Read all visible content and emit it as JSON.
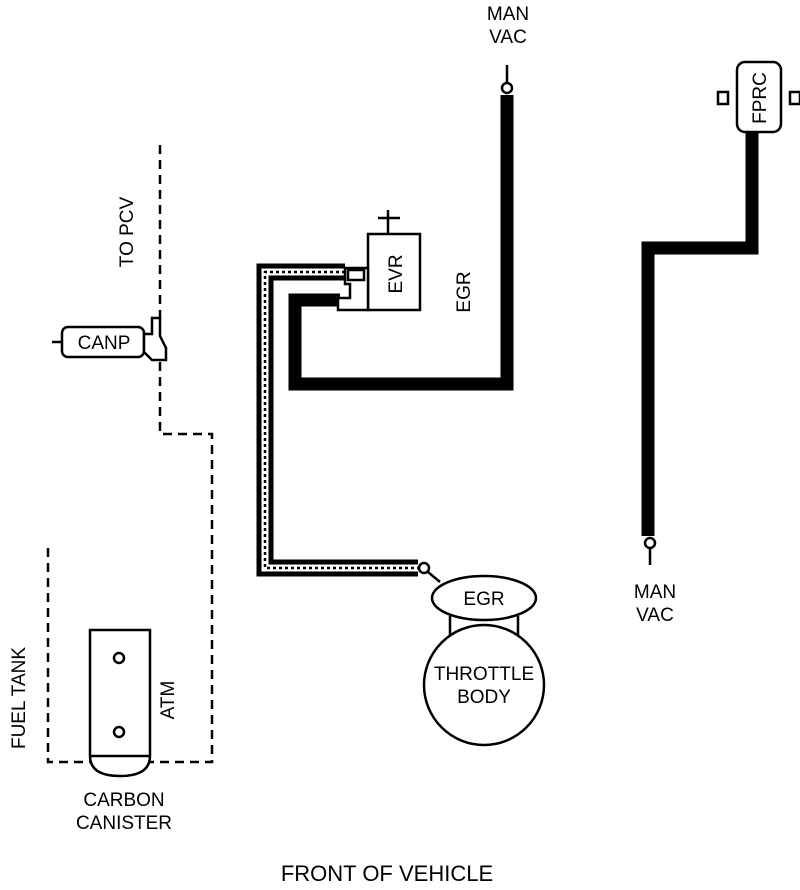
{
  "labels": {
    "man_vac_top": [
      "MAN",
      "VAC"
    ],
    "man_vac_right": [
      "MAN",
      "VAC"
    ],
    "fprc": "FPRC",
    "to_pcv": "TO PCV",
    "canp": "CANP",
    "evr": "EVR",
    "egr_hose": "EGR",
    "egr_valve": "EGR",
    "throttle_body": [
      "THROTTLE",
      "BODY"
    ],
    "fuel_tank": "FUEL TANK",
    "atm": "ATM",
    "carbon_canister": [
      "CARBON",
      "CANISTER"
    ],
    "front_of_vehicle": "FRONT OF VEHICLE"
  }
}
